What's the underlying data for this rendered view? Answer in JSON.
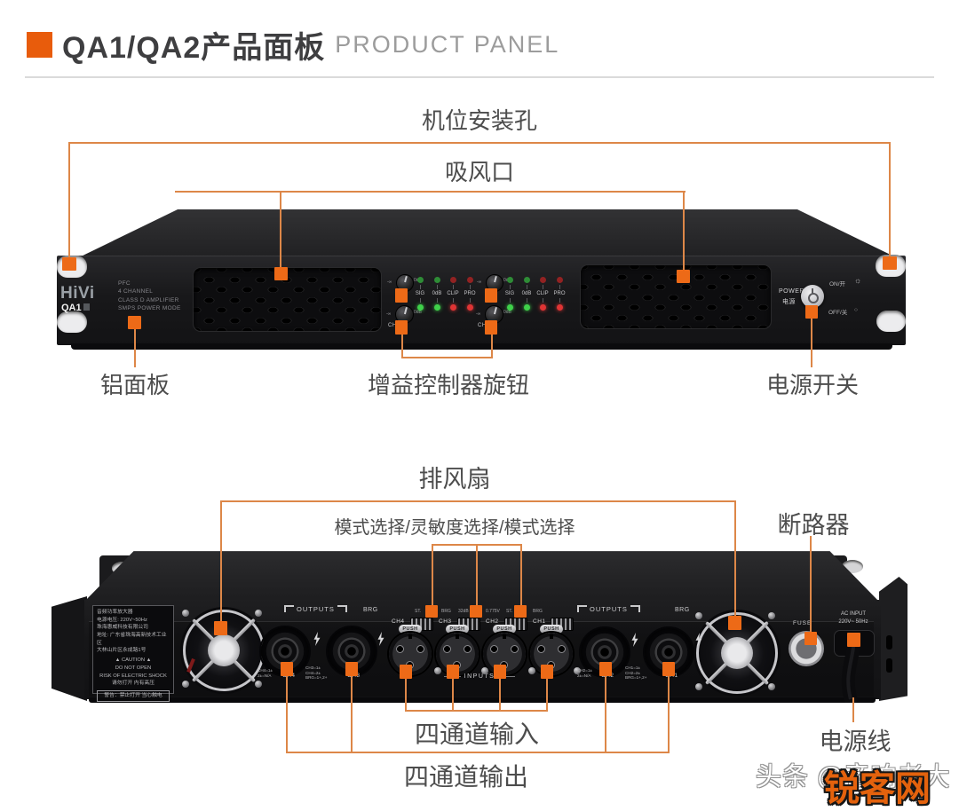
{
  "header": {
    "title": "QA1/QA2产品面板",
    "subtitle": "PRODUCT PANEL",
    "accent_color": "#e85c0c"
  },
  "front_panel": {
    "callouts": {
      "rack_holes": "机位安装孔",
      "air_intake": "吸风口",
      "aluminum_panel": "铝面板",
      "gain_knobs": "增益控制器旋钮",
      "power_switch": "电源开关"
    },
    "brand": "HiVi",
    "model": "QA1",
    "spec_lines": [
      "PFC",
      "4 CHANNEL",
      "CLASS D AMPLIFIER",
      "SMPS POWER MODE"
    ],
    "knob_min": "-∞",
    "knob_max": "0dB",
    "knob_channel_left": "CH2",
    "knob_channel_right": "CH4",
    "led_labels": [
      "SIG",
      "0dB",
      "CLIP",
      "PRO"
    ],
    "led_colors": {
      "green": "#3fd14a",
      "red": "#e03434"
    },
    "power": {
      "en": "POWER",
      "cn": "电源",
      "on": "ON/开",
      "off": "OFF/关"
    }
  },
  "rear_panel": {
    "callouts": {
      "exhaust_fan": "排风扇",
      "mode_select": "模式选择/灵敏度选择/模式选择",
      "circuit_breaker": "断路器",
      "four_channel_input": "四通道输入",
      "four_channel_output": "四通道输出",
      "power_cord": "电源线"
    },
    "spec_label": {
      "lines": [
        "音频功率放大器",
        "电源电压: 220V~50Hz",
        "珠海惠威科技有限公司",
        "地址: 广东省珠海高新技术工业区",
        "大林山片区永成路1号"
      ],
      "caution": [
        "▲ CAUTION ▲",
        "DO NOT OPEN",
        "RISK OF ELECTRIC SHOCK",
        "请勿打开  内有高压"
      ],
      "warning": "警告：禁止打开 当心触电"
    },
    "outputs_label": "OUTPUTS",
    "brg_label": "BRG",
    "speakon_channels": [
      "CH4",
      "CH3",
      "CH2",
      "CH1"
    ],
    "speakon_notes": [
      "CH4=1±\n2±=N/A",
      "CH3=1±\nCH4=2±\nBRG=1+,2+",
      "CH2=1±\n2±=N/A",
      "CH1=1±\nCH2=2±\nBRG=1+,2+"
    ],
    "dip_labels": [
      "ST.",
      "BRG",
      "32dB",
      "0.775V",
      "ST.",
      "BRG"
    ],
    "input_channels": [
      "CH4",
      "CH3",
      "CH2",
      "CH1"
    ],
    "push_label": "PUSH",
    "inputs_label": "INPUTS",
    "fuse_label": "FUSE",
    "ac_input": [
      "AC INPUT",
      "220V~ 50Hz"
    ]
  },
  "watermark": {
    "byline": "头条 @音响老大",
    "logo": "锐客网"
  },
  "colors": {
    "marker": "#ed6a17",
    "callout_line": "#dd8748"
  }
}
